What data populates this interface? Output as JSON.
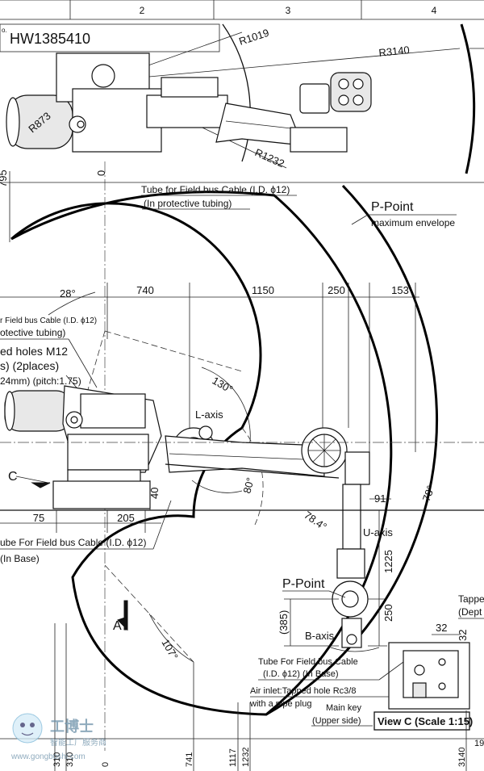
{
  "sheet": {
    "grid_columns": [
      "2",
      "3",
      "4"
    ],
    "drawing_number": "HW1385410",
    "drawing_number_prefix": "o."
  },
  "top_view": {
    "radii": [
      "R1019",
      "R3140",
      "R873",
      "R1232"
    ]
  },
  "left_dims": {
    "d795": "795",
    "d0": "0"
  },
  "labels": {
    "tube_top": "Tube for Field bus Cable (I.D. ϕ12)",
    "tube_top_sub": "(In protective tubing)",
    "p_point_top": "P-Point",
    "max_envelope": "maximum envelope",
    "tube_left_1": "r Field bus Cable (I.D. ϕ12)",
    "tube_left_2": "otective tubing)",
    "tapped_1": "ed holes M12",
    "tapped_2": "s) (2places)",
    "tapped_3": "24mm) (pitch:1.75)",
    "l_axis": "L-axis",
    "u_axis": "U-axis",
    "b_axis": "B-axis",
    "p_point_low": "P-Point",
    "tube_base_1": "ube For Field bus Cable (I.D. ϕ12)",
    "tube_base_2": "(In Base)",
    "tube_right_1": "Tube For Field bus Cable",
    "tube_right_2": "(I.D. ϕ12) (In Base)",
    "air_inlet_1": "Air inlet:Tapped hole Rc3/8",
    "air_inlet_2": "with a pipe plug",
    "main_key_1": "Main key",
    "main_key_2": "(Upper side)",
    "view_c": "View C (Scale 1:15)",
    "tapped_right_1": "Tappe",
    "tapped_right_2": "(Dept",
    "view_marker_c": "C",
    "view_marker_a": "A"
  },
  "angles": {
    "a28": "28°",
    "a130": "130°",
    "a80": "80°",
    "a78": "78°",
    "a784": "78.4°",
    "a107": "107°"
  },
  "dimensions": {
    "top_row": [
      "740",
      "1150",
      "250",
      "153"
    ],
    "d75": "75",
    "d205": "205",
    "d40": "40",
    "d91": "91",
    "d1225": "1225",
    "d250v": "250",
    "d385": "(385)",
    "d32": "32",
    "d32b": "32",
    "bottom": [
      "310",
      "310",
      "0",
      "741",
      "1117",
      "1232",
      "3140"
    ],
    "bottom_partial": "19"
  },
  "watermark": {
    "name": "工博士",
    "tagline": "智能工厂服务商",
    "url": "www.gongboshi.com"
  }
}
